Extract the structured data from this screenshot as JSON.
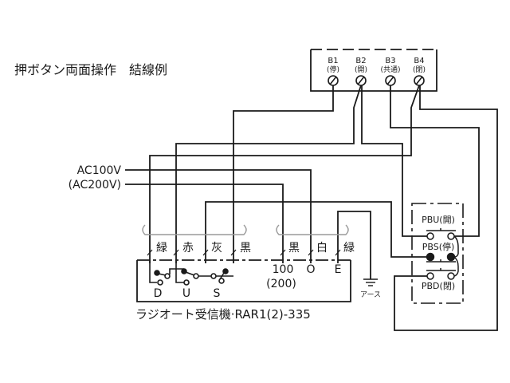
{
  "title": "押ボタン両面操作　結線例",
  "terminal_block": {
    "terminals": [
      {
        "id": "B1",
        "sub": "(停)"
      },
      {
        "id": "B2",
        "sub": "(開)"
      },
      {
        "id": "B3",
        "sub": "(共通)"
      },
      {
        "id": "B4",
        "sub": "(閉)"
      }
    ]
  },
  "power": {
    "ac100": "AC100V",
    "ac200": "(AC200V)"
  },
  "receiver": {
    "wire_colors_left": [
      "緑",
      "赤",
      "灰",
      "黒"
    ],
    "wire_colors_right": [
      "黒",
      "白",
      "緑"
    ],
    "terminal_labels": [
      "D",
      "U",
      "S"
    ],
    "power_terminals": [
      "100",
      "O",
      "E"
    ],
    "alt_voltage": "(200)",
    "name": "ラジオート受信機·RAR1(2)-335"
  },
  "ground": {
    "label": "アース"
  },
  "pushbuttons": {
    "pbu": "PBU(開)",
    "pbs": "PBS(停)",
    "pbd": "PBD(閉)"
  },
  "colors": {
    "line": "#1a1a1a",
    "sleeve": "#9a9a9a",
    "background": "#ffffff"
  }
}
